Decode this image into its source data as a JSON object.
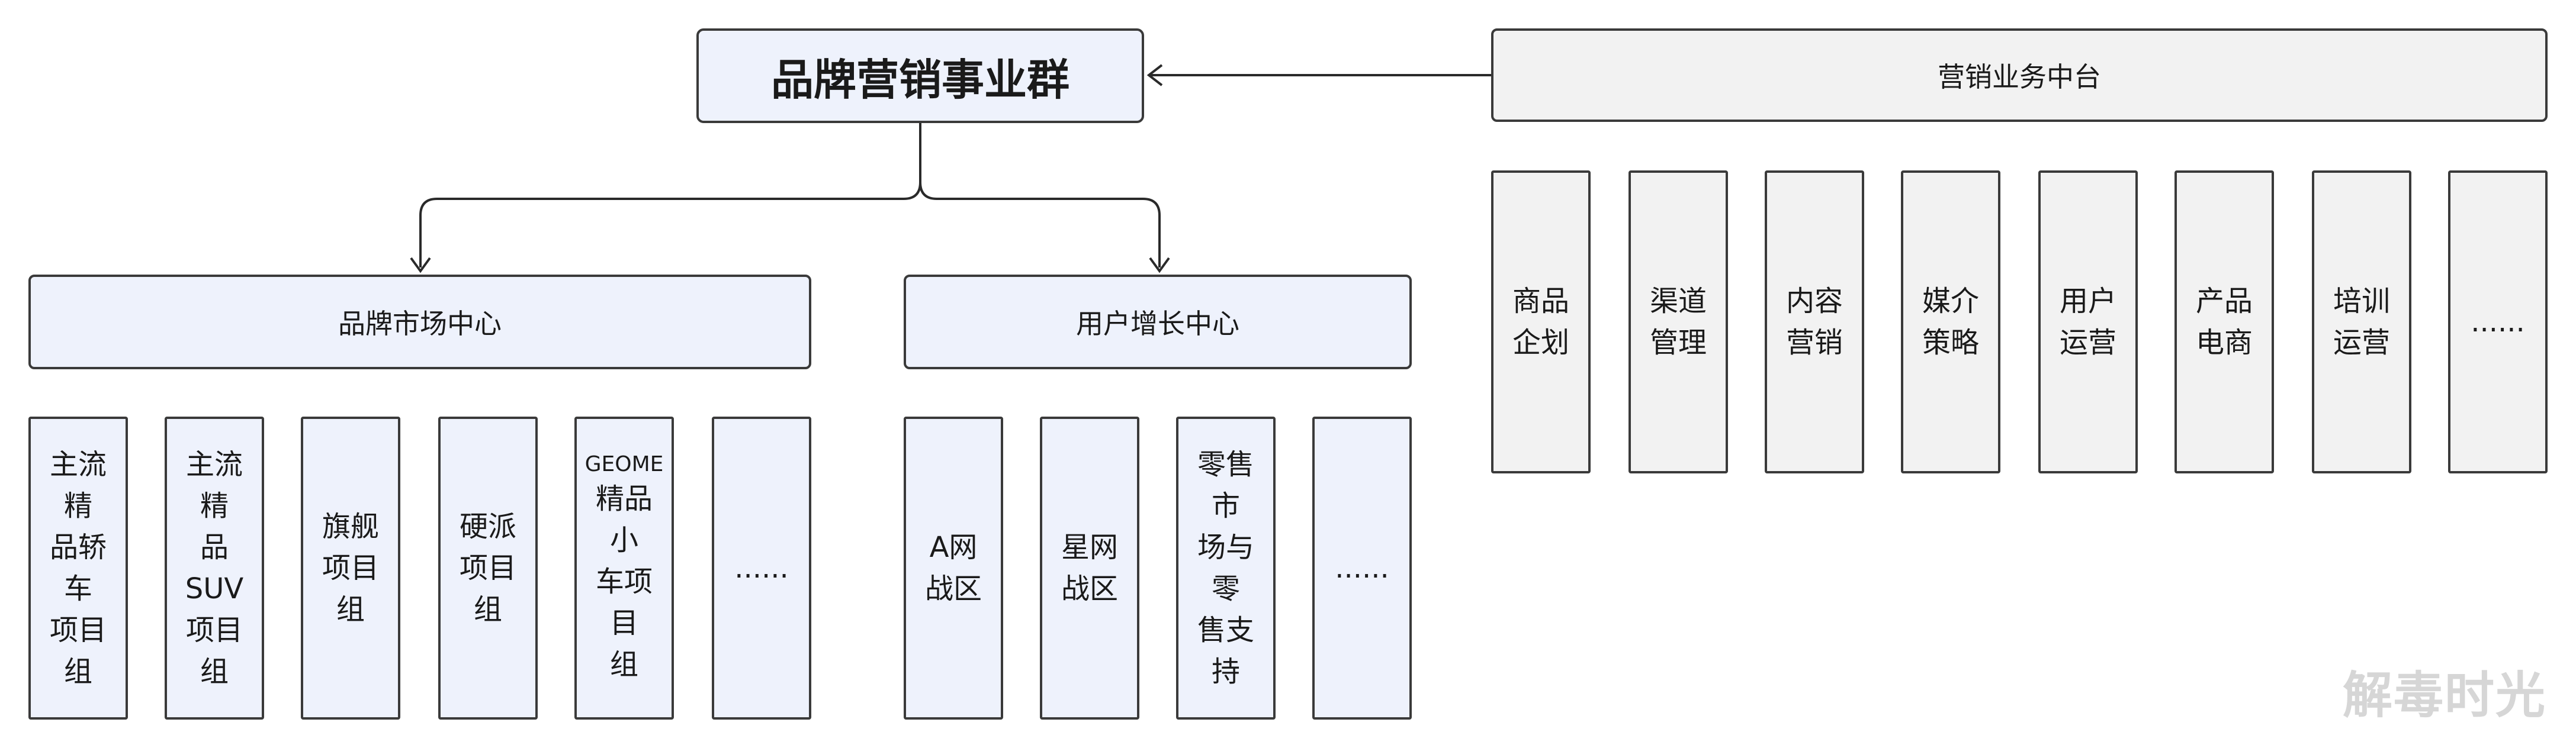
{
  "root": {
    "label": "品牌营销事业群"
  },
  "platform": {
    "label": "营销业务中台",
    "items": [
      [
        "商品",
        "企划"
      ],
      [
        "渠道",
        "管理"
      ],
      [
        "内容",
        "营销"
      ],
      [
        "媒介",
        "策略"
      ],
      [
        "用户",
        "运营"
      ],
      [
        "产品",
        "电商"
      ],
      [
        "培训",
        "运营"
      ],
      [
        "......"
      ]
    ]
  },
  "brand_center": {
    "label": "品牌市场中心",
    "items": [
      [
        "主流精",
        "品轿车",
        "项目组"
      ],
      [
        "主流精",
        "品SUV",
        "项目组"
      ],
      [
        "旗舰",
        "项目组"
      ],
      [
        "硬派",
        "项目组"
      ],
      [
        "GEOME",
        "精品小",
        "车项目",
        "组"
      ],
      [
        "......"
      ]
    ]
  },
  "growth_center": {
    "label": "用户增长中心",
    "items": [
      [
        "A网",
        "战区"
      ],
      [
        "星网",
        "战区"
      ],
      [
        "零售市",
        "场与零",
        "售支持"
      ],
      [
        "......"
      ]
    ]
  },
  "watermark": "解毒时光",
  "colors": {
    "blue_fill": "#eef2fc",
    "gray_fill": "#f2f2f2",
    "border": "#3a3a3a"
  }
}
